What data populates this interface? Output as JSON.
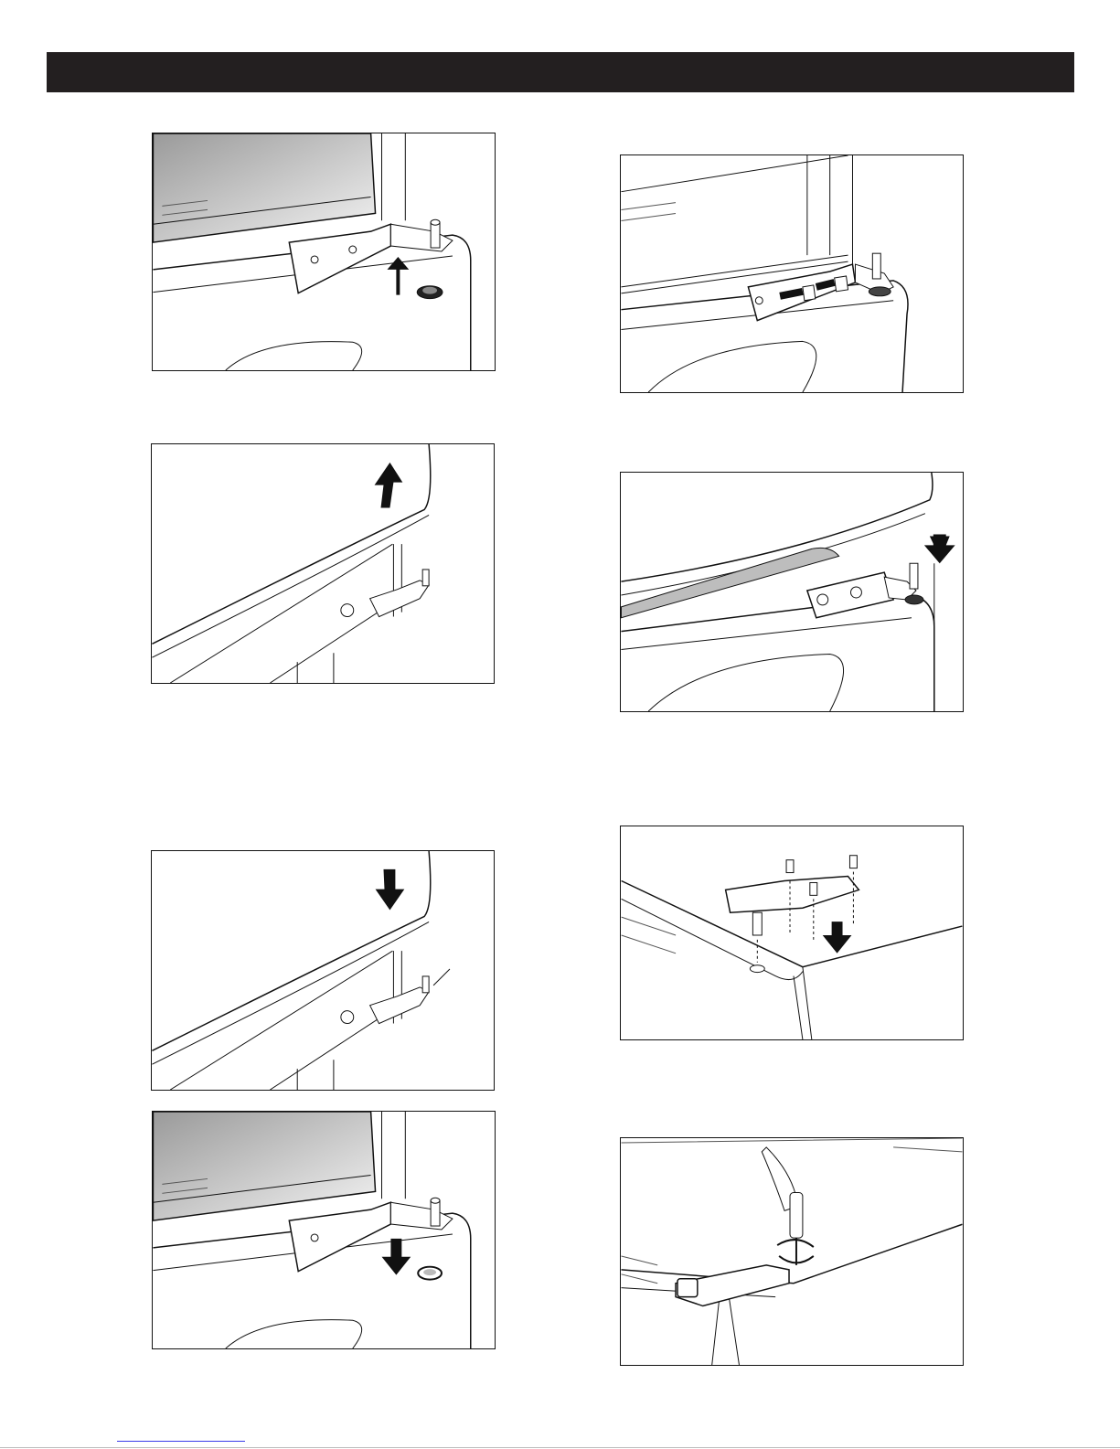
{
  "page": {
    "header_text": "",
    "accent_color": "#231f20",
    "footer_link_color": "#3a3ae8"
  },
  "figures": [
    {
      "id": "lower-hinge-lift",
      "icon": "arrow-up-icon"
    },
    {
      "id": "hinge-bolts-removed",
      "icon": "bolt-icon"
    },
    {
      "id": "door-lift-off",
      "icon": "arrow-up-icon"
    },
    {
      "id": "door-lower-onto-hinge",
      "icon": "arrow-down-icon"
    },
    {
      "id": "door-replace",
      "icon": "arrow-down-icon"
    },
    {
      "id": "top-hinge-install",
      "icon": "arrow-down-icon"
    },
    {
      "id": "hinge-pin-lower",
      "icon": "arrow-down-icon"
    },
    {
      "id": "hinge-cover-screwdriver",
      "icon": "screwdriver-icon"
    }
  ]
}
